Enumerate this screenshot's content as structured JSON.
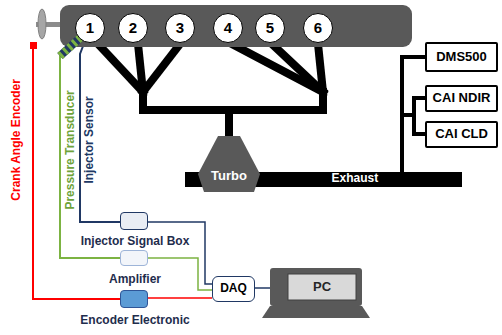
{
  "diagram": {
    "nodes": [
      {
        "text": [
          "1"
        ]
      },
      {
        "text": [
          "2"
        ]
      },
      {
        "text": [
          "3"
        ]
      },
      {
        "text": [
          "4"
        ]
      },
      {
        "text": [
          "5"
        ]
      },
      {
        "text": [
          "6"
        ]
      },
      {
        "text": [
          "DMS500"
        ]
      },
      {
        "text": [
          "CAI NDIR"
        ]
      },
      {
        "text": [
          "CAI CLD"
        ]
      },
      {
        "text": [
          "Turbo"
        ]
      },
      {
        "text": [
          "Injector Signal Box"
        ]
      },
      {
        "text": [
          "Amplifier"
        ]
      },
      {
        "text": [
          "DAQ"
        ]
      },
      {
        "text": [
          "PC"
        ]
      },
      {
        "text": [
          "Encoder Electronic"
        ]
      }
    ],
    "edges": [
      {
        "from": 0,
        "to": 10,
        "arrow": "none"
      },
      {
        "from": 0,
        "to": 11,
        "arrow": "none"
      },
      {
        "from": 10,
        "to": 12,
        "arrow": "none"
      },
      {
        "from": 11,
        "to": 12,
        "arrow": "none"
      },
      {
        "from": 14,
        "to": 12,
        "arrow": "none"
      },
      {
        "from": 12,
        "to": 13,
        "arrow": "none"
      }
    ],
    "labels": [
      "Crank Angle Encoder",
      "Pressure Transducer",
      "Injector Sensor",
      "Exhaust"
    ]
  }
}
